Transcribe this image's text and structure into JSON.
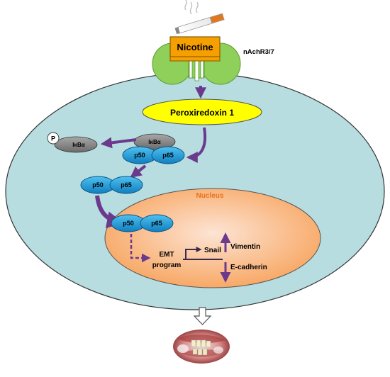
{
  "receptor": {
    "ligand": "Nicotine",
    "label": "nAchR3/7"
  },
  "protein": {
    "prx1": "Peroxiredoxin 1"
  },
  "ikb": {
    "phospho_mark": "P",
    "free_label": "IκBα",
    "bound_label": "IκBα"
  },
  "nfkb": {
    "sub1": "p50",
    "sub2": "p65"
  },
  "nucleus": {
    "title": "Nucleus"
  },
  "emt": {
    "program_line1": "EMT",
    "program_line2": "program",
    "snail": "Snail",
    "vimentin": "Vimentin",
    "ecadherin": "E-cadherin"
  },
  "colors": {
    "cell_fill": "#b7dde0",
    "arrow": "#6b3a8c",
    "ellipse_yellow": "#ffff00",
    "receptor_green": "#8fd05a",
    "nicotine_orange": "#f5a000",
    "subunit_blue": "#1a9fd8",
    "ikb_gray": "#7f7f7f",
    "nucleus_title": "#e8701a"
  },
  "icons": [
    "cigarette-icon",
    "mouth-lesion-image"
  ]
}
